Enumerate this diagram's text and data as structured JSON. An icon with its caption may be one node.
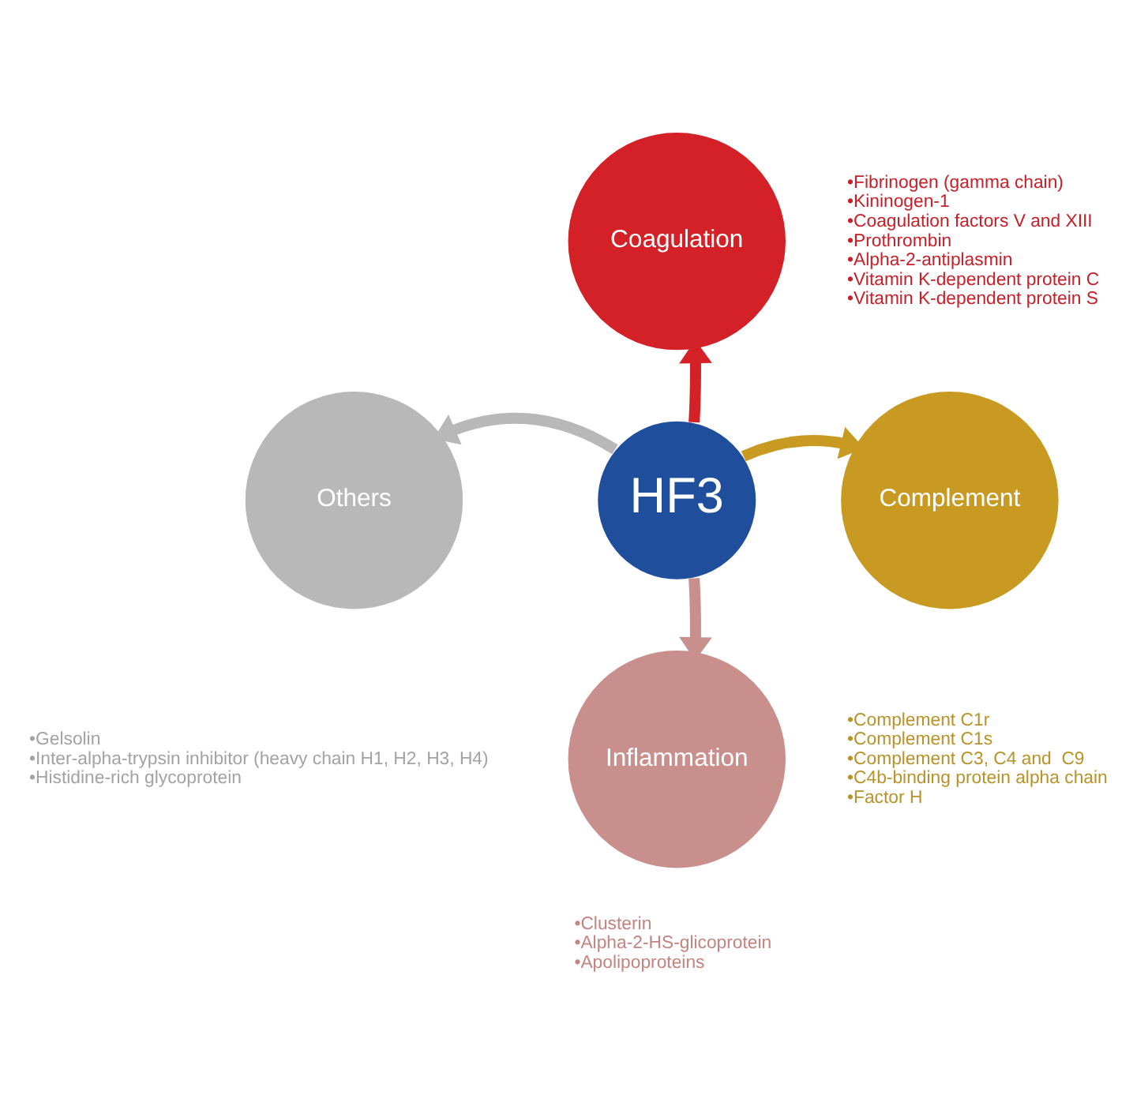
{
  "diagram": {
    "nodes": [
      {
        "text": [
          "Coagulation"
        ],
        "beside": [
          "•Fibrinogen (gamma chain)",
          "•Kininogen-1",
          "•Coagulation factors V and XIII",
          "•Prothrombin",
          "•Alpha-2-antiplasmin",
          "•Vitamin K-dependent protein C",
          "•Vitamin K-dependent protein S"
        ]
      },
      {
        "text": [
          "Others"
        ],
        "beside": [
          "•Gelsolin",
          "•Inter-alpha-trypsin inhibitor (heavy chain H1, H2, H3, H4)",
          "•Histidine-rich glycoprotein"
        ]
      },
      {
        "text": [
          "HF3"
        ]
      },
      {
        "text": [
          "Complement"
        ],
        "beside": [
          "•Complement C1r",
          "•Complement C1s",
          "•Complement C3, C4 and  C9",
          "•C4b-binding protein alpha chain",
          "•Factor H"
        ]
      },
      {
        "text": [
          "Inflammation"
        ],
        "beside": [
          "•Clusterin",
          "•Alpha-2-HS-glicoprotein",
          "•Apolipoproteins"
        ]
      }
    ],
    "edges": [
      {
        "from": 2,
        "to": 0,
        "arrow": "to",
        "color": "#d42027"
      },
      {
        "from": 2,
        "to": 1,
        "arrow": "to",
        "color": "#b8b8b8"
      },
      {
        "from": 2,
        "to": 3,
        "arrow": "to",
        "color": "#c99a22"
      },
      {
        "from": 2,
        "to": 4,
        "arrow": "to",
        "color": "#c98f8c"
      }
    ]
  }
}
